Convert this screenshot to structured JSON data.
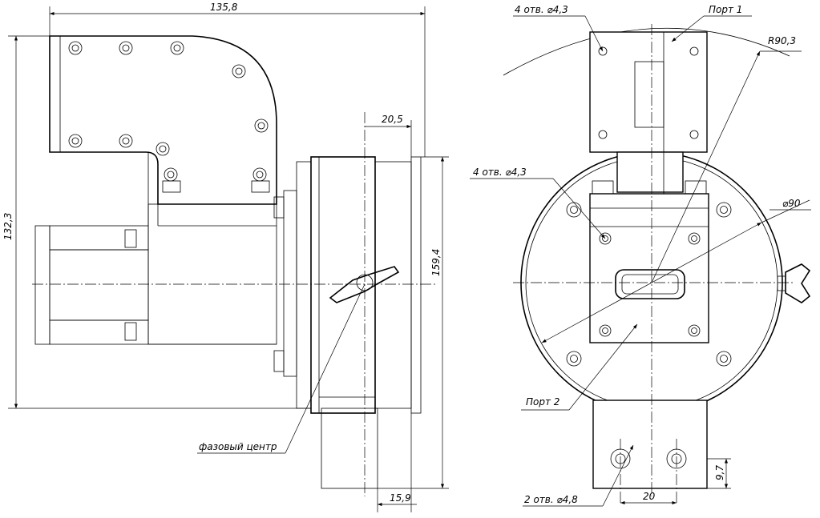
{
  "dimensions": {
    "overall_width": "135,8",
    "overall_height_left": "132,3",
    "height_right": "159,4",
    "phase_offset": "20,5",
    "bottom_offset": "15,9",
    "holes_top": "4 отв. ⌀4,3",
    "holes_mid": "4 отв.  ⌀4,3",
    "radius": "R90,3",
    "diameter": "⌀90",
    "holes_bottom": "2 отв.  ⌀4,8",
    "spacing_bottom": "20",
    "height_bottom": "9,7"
  },
  "labels": {
    "port1": "Порт 1",
    "port2": "Порт 2",
    "phase_center": "фазовый центр"
  }
}
